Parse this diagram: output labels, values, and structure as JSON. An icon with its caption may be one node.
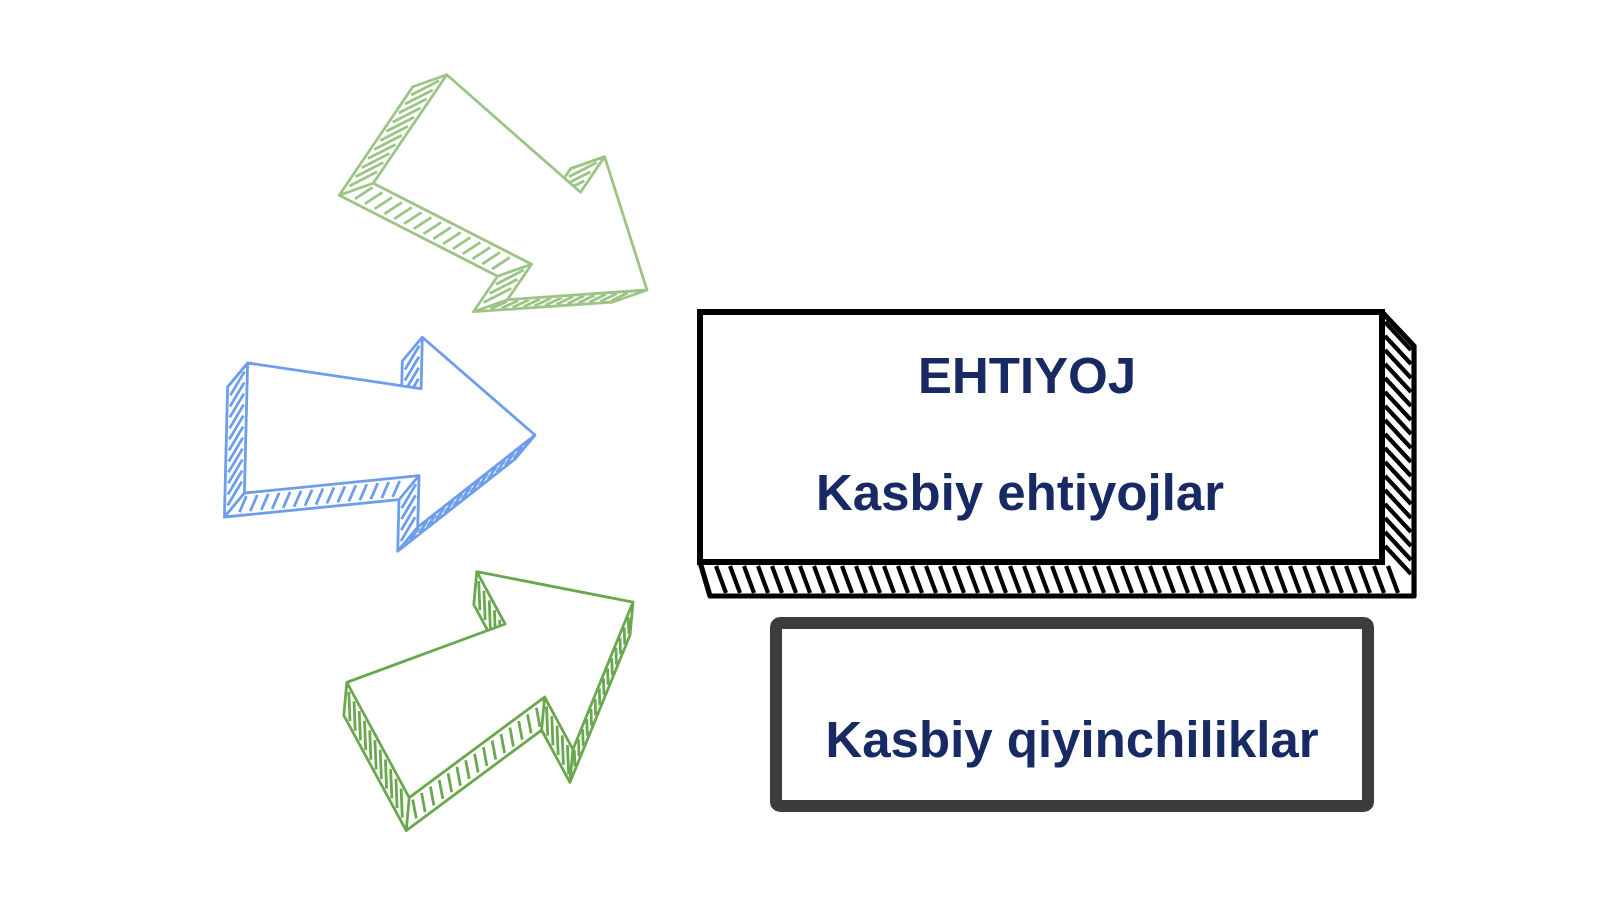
{
  "diagram": {
    "nodes": [
      {
        "text": [
          "EHTIYOJ",
          "Kasbiy ehtiyojlar"
        ]
      },
      {
        "text": [
          "Kasbiy qiyinchiliklar"
        ]
      }
    ]
  }
}
